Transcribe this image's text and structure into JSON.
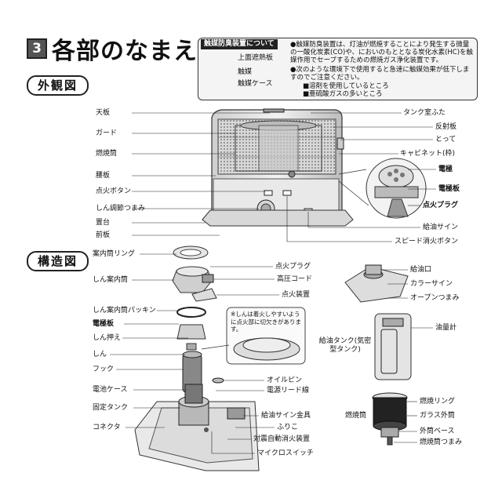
{
  "header": {
    "section_number": "3",
    "title": "各部のなまえ"
  },
  "sections": {
    "exterior": "外観図",
    "structure": "構造図"
  },
  "catalyst_box": {
    "header": "触媒防臭装置について",
    "parts": [
      "上面遮熱板",
      "触媒",
      "触媒ケース"
    ],
    "note1": "●触媒防臭装置は、灯油が燃焼することにより発生する微量の一酸化炭素(CO)や、においのもととなる炭化水素(HC)を触媒作用でセーブするための燃焼ガス浄化装置です。",
    "note2_lead": "●次のような環境下で使用すると急速に触媒効果が低下しますのでご注意ください。",
    "note2_items": [
      "■溶剤を使用しているところ",
      "■亜硫酸ガスの多いところ"
    ]
  },
  "exterior_labels": {
    "left": [
      "天板",
      "ガード",
      "燃焼筒",
      "腰板",
      "点火ボタン",
      "しん調節つまみ",
      "置台",
      "前板"
    ],
    "right": [
      "タンク室ふた",
      "反射板",
      "とって",
      "キャビネット(枠)",
      "電極",
      "電極板",
      "点火プラグ",
      "給油サイン",
      "スピード消火ボタン"
    ]
  },
  "structure_labels": {
    "left": [
      "案内筒リング",
      "しん案内筒",
      "しん案内筒パッキン",
      "電極板",
      "しん押え",
      "しん",
      "フック",
      "電池ケース",
      "固定タンク",
      "コネクタ"
    ],
    "middle": [
      "点火プラグ",
      "高圧コード",
      "点火装置",
      "オイルピン",
      "電源リード線",
      "給油サイン金具",
      "ふりこ",
      "対震自動消火装置",
      "マイクロスイッチ"
    ],
    "tank": [
      "給油口",
      "カラーサイン",
      "オープンつまみ",
      "油量計"
    ],
    "tank_name": "給油タンク(気密型タンク)",
    "burner_name": "燃焼筒",
    "burner": [
      "燃焼リング",
      "ガラス外筒",
      "外筒ベース",
      "燃焼筒つまみ"
    ],
    "callout": "※しんは着火しやすいように点火部に切欠きがあります。"
  }
}
